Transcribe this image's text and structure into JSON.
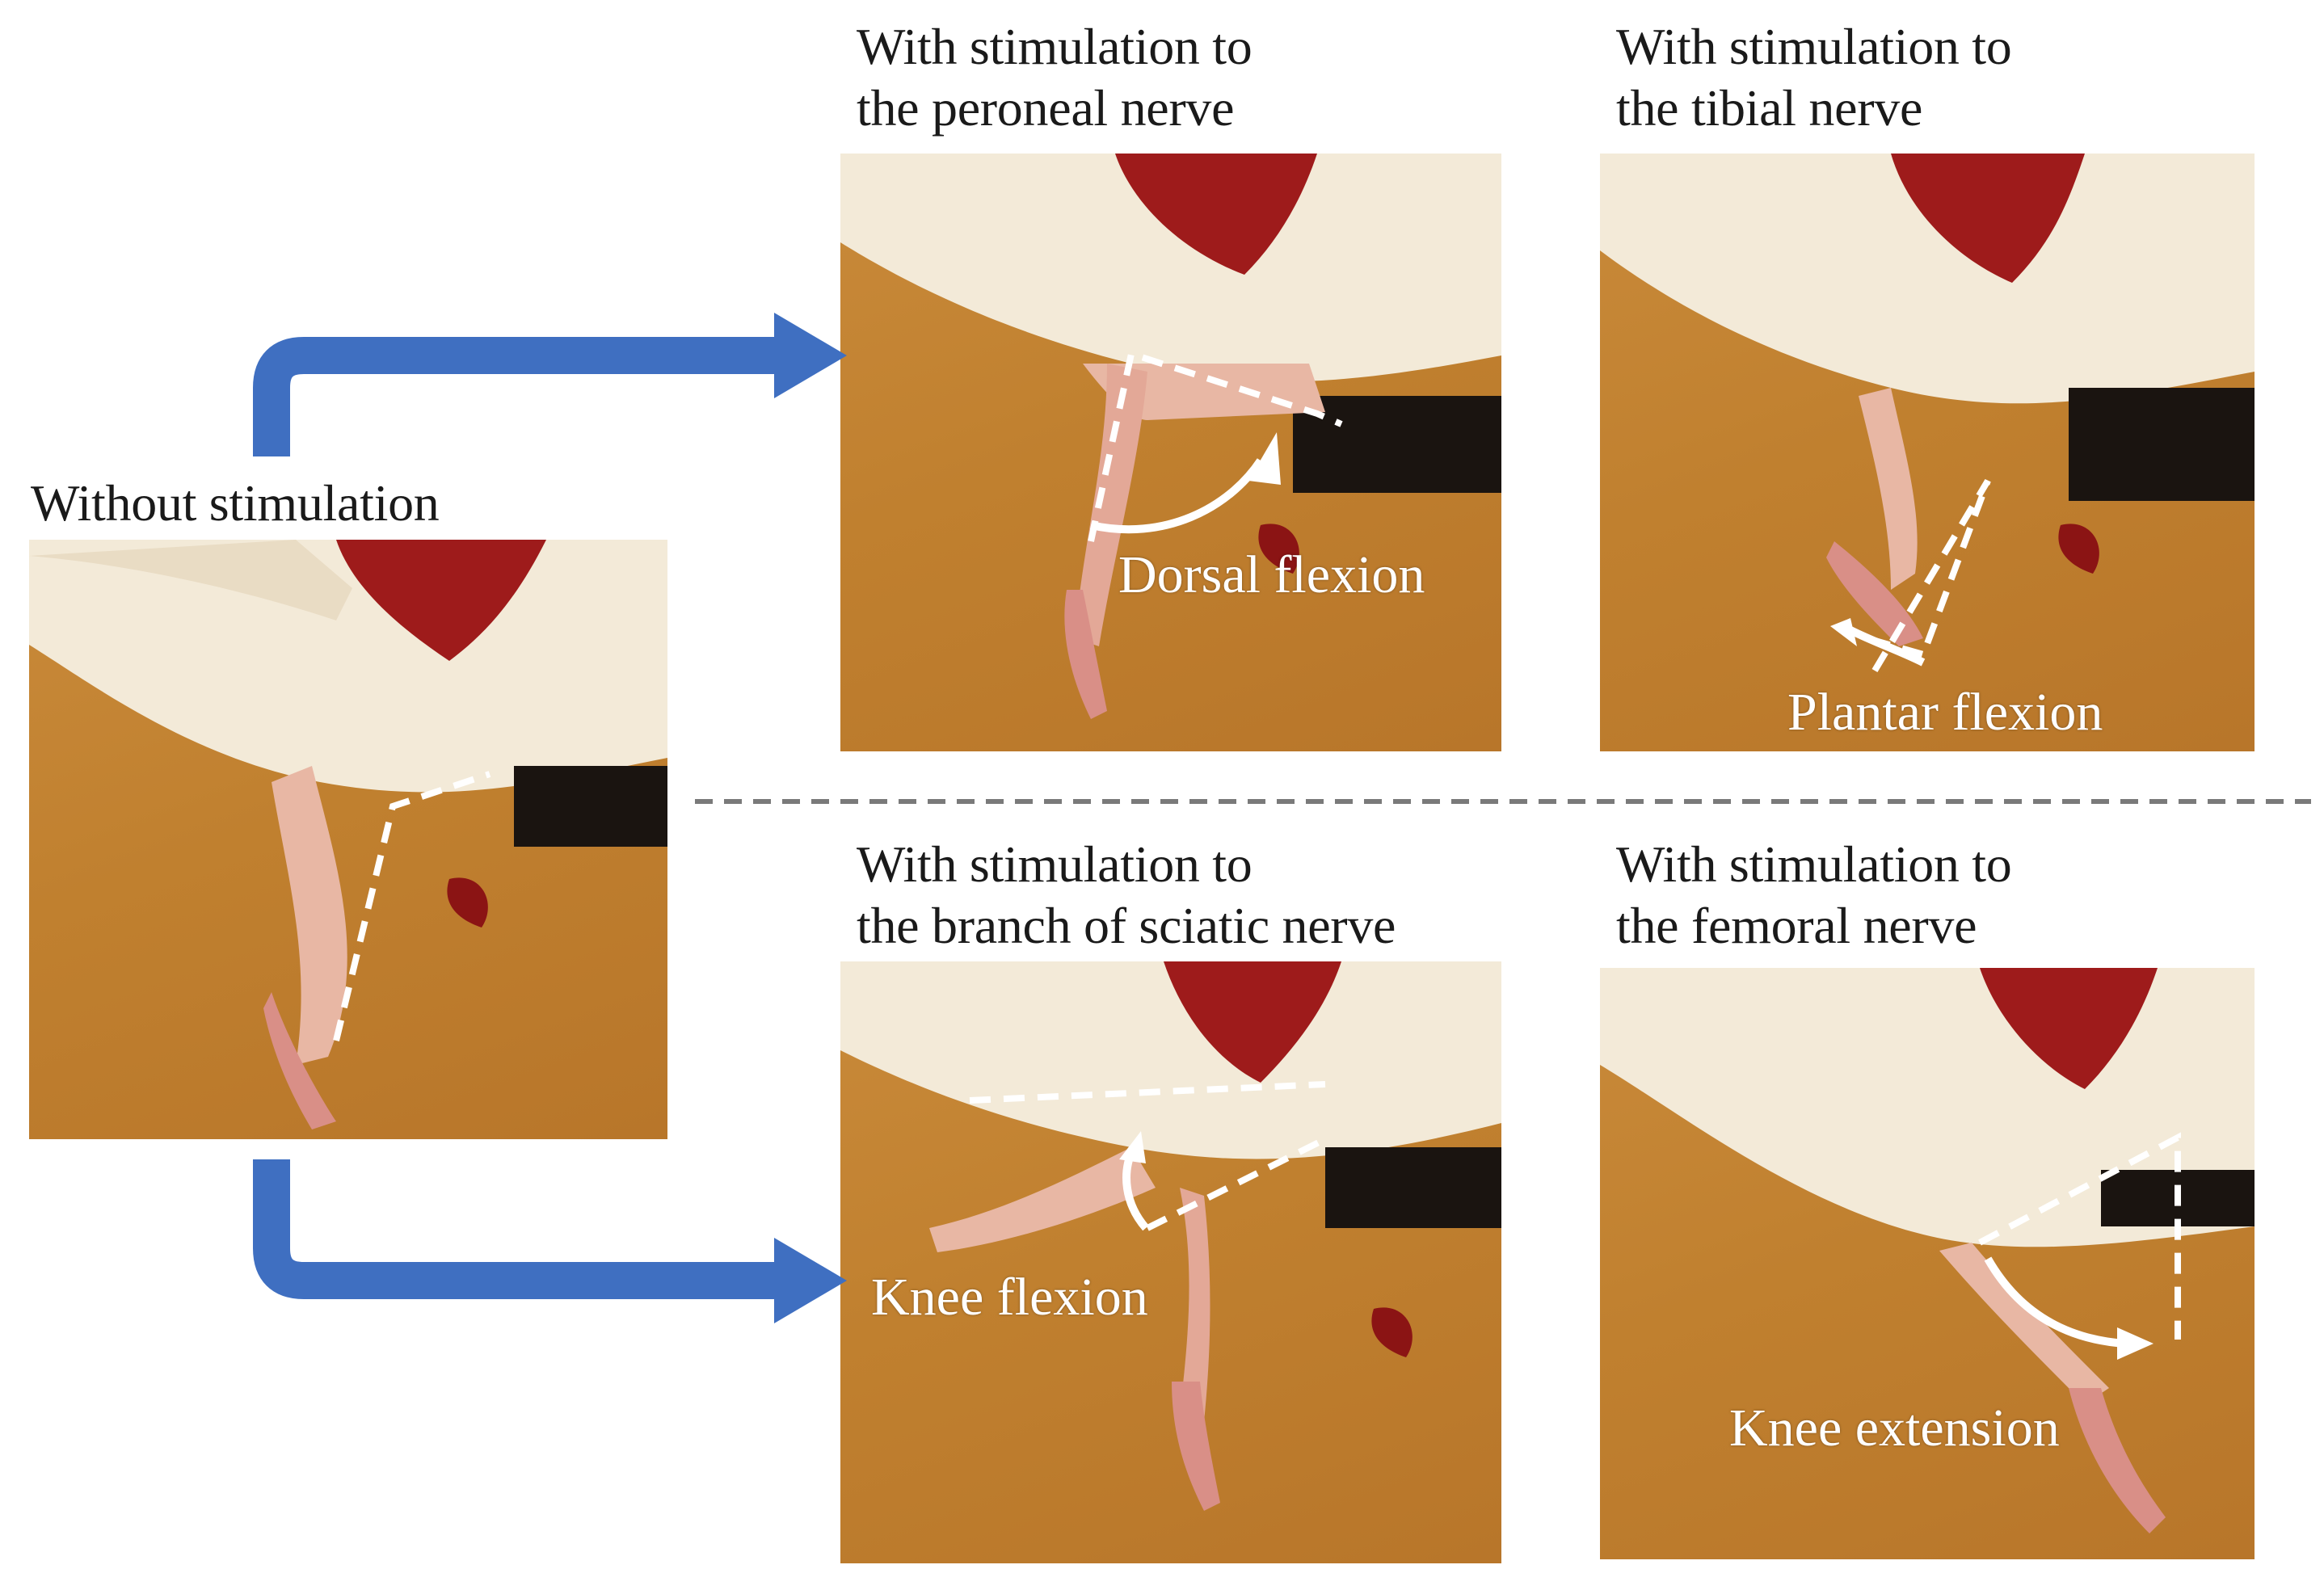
{
  "colors": {
    "arrow_blue": "#3f6fc1",
    "background_fabric": "#c0802f",
    "fur": "#f3ead8",
    "tissue": "#9e1b1b",
    "annotation": "#ffffff",
    "divider": "#7a7a7a"
  },
  "panels": {
    "baseline": {
      "title": "Without stimulation",
      "annotation": ""
    },
    "peroneal": {
      "title_line1": "With stimulation to",
      "title_line2": "the peroneal nerve",
      "annotation": "Dorsal flexion"
    },
    "tibial": {
      "title_line1": "With stimulation to",
      "title_line2": "the tibial nerve",
      "annotation": "Plantar flexion"
    },
    "sciatic_branch": {
      "title_line1": "With stimulation to",
      "title_line2": "the branch of sciatic nerve",
      "annotation": "Knee flexion"
    },
    "femoral": {
      "title_line1": "With stimulation to",
      "title_line2": "the femoral nerve",
      "annotation": "Knee extension"
    }
  }
}
